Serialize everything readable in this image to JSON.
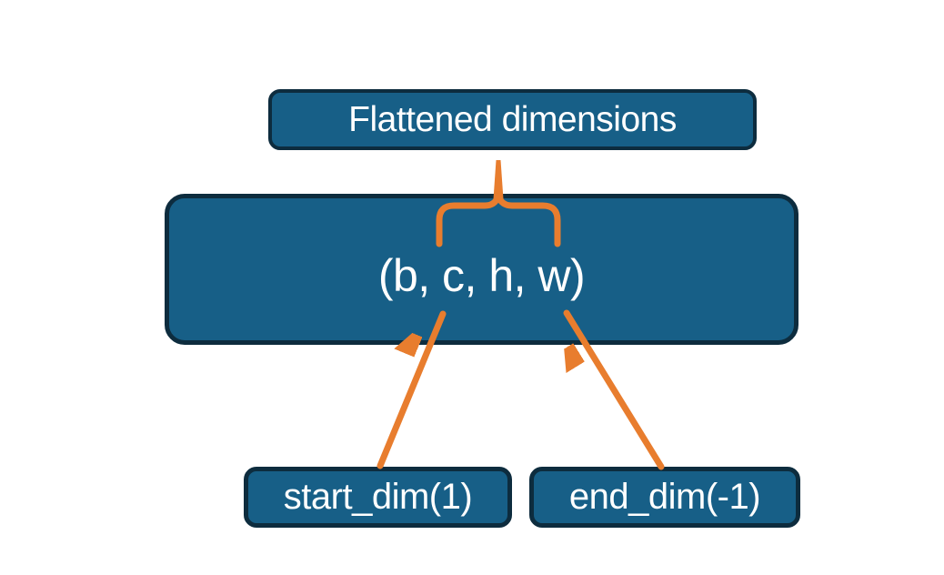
{
  "diagram": {
    "title_box": {
      "label": "Flattened dimensions"
    },
    "tensor_box": {
      "label": "(b, c, h, w)"
    },
    "start_box": {
      "label": "start_dim(1)"
    },
    "end_box": {
      "label": "end_dim(-1)"
    }
  },
  "colors": {
    "box_fill": "#175F87",
    "box_border": "#0D2C3E",
    "arrow": "#E87D2E",
    "text": "#FFFFFF",
    "background": "#FFFFFF"
  }
}
